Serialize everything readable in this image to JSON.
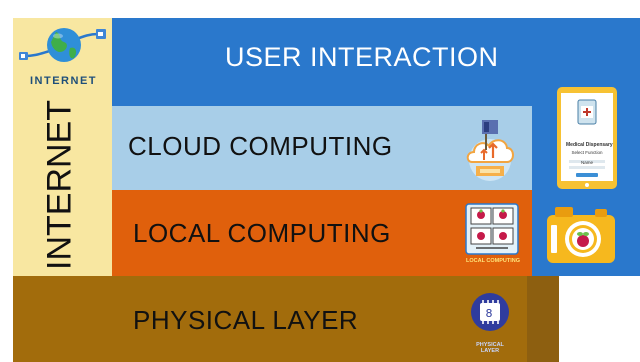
{
  "diagram": {
    "layers": {
      "user_interaction": "USER INTERACTION",
      "cloud_computing": "CLOUD COMPUTING",
      "local_computing": "LOCAL COMPUTING",
      "physical_layer": "PHYSICAL LAYER"
    },
    "internet": {
      "vertical_label": "INTERNET",
      "icon_caption": "INTERNET"
    },
    "icon_captions": {
      "local": "LOCAL COMPUTING",
      "physical_line1": "PHYSICAL",
      "physical_line2": "LAYER"
    },
    "tablet": {
      "title": "Medical Dispensary",
      "subtitle": "Select Function",
      "field": "Name"
    },
    "icons": {
      "internet": "globe-with-usb-cables-icon",
      "cloud": "cloud-upload-icon",
      "local": "raspberry-pi-computers-icon",
      "physical": "microchip-icon",
      "tablet": "tablet-app-icon",
      "camera": "raspberry-pi-camera-icon"
    },
    "colors": {
      "user_interaction": "#2a78cc",
      "cloud_computing": "#a8cee8",
      "local_computing": "#e0600c",
      "physical_layer": "#a26c0c",
      "internet": "#f8e7a1"
    }
  }
}
